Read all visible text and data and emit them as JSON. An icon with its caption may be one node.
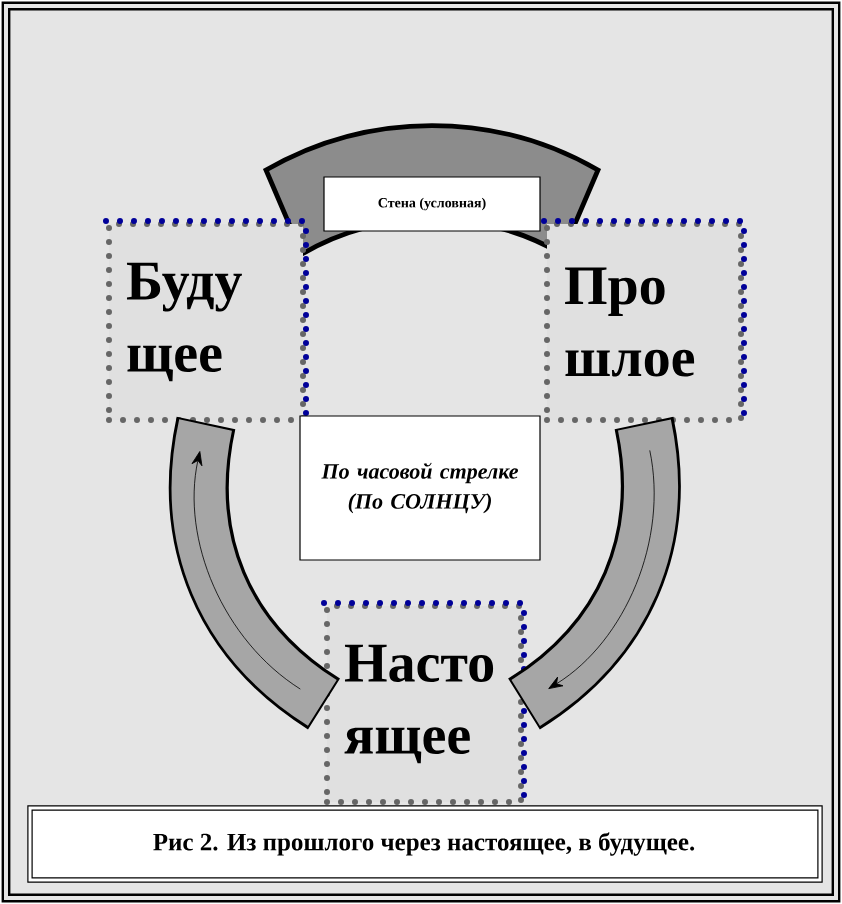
{
  "diagram": {
    "caption": "Рис 2. Из прошлого через настоящее, в будущее.",
    "nodes": [
      {
        "text": [
          "Стена (условная)"
        ]
      },
      {
        "text": [
          "Буду щее"
        ]
      },
      {
        "text": [
          "Про шлое"
        ]
      },
      {
        "text": [
          "По часовой стрелке (По СОЛНЦУ)"
        ]
      },
      {
        "text": [
          "Насто ящее"
        ]
      }
    ],
    "edges": [
      {
        "from": 2,
        "to": 4,
        "arrow": "to"
      },
      {
        "from": 4,
        "to": 1,
        "arrow": "to"
      }
    ]
  }
}
